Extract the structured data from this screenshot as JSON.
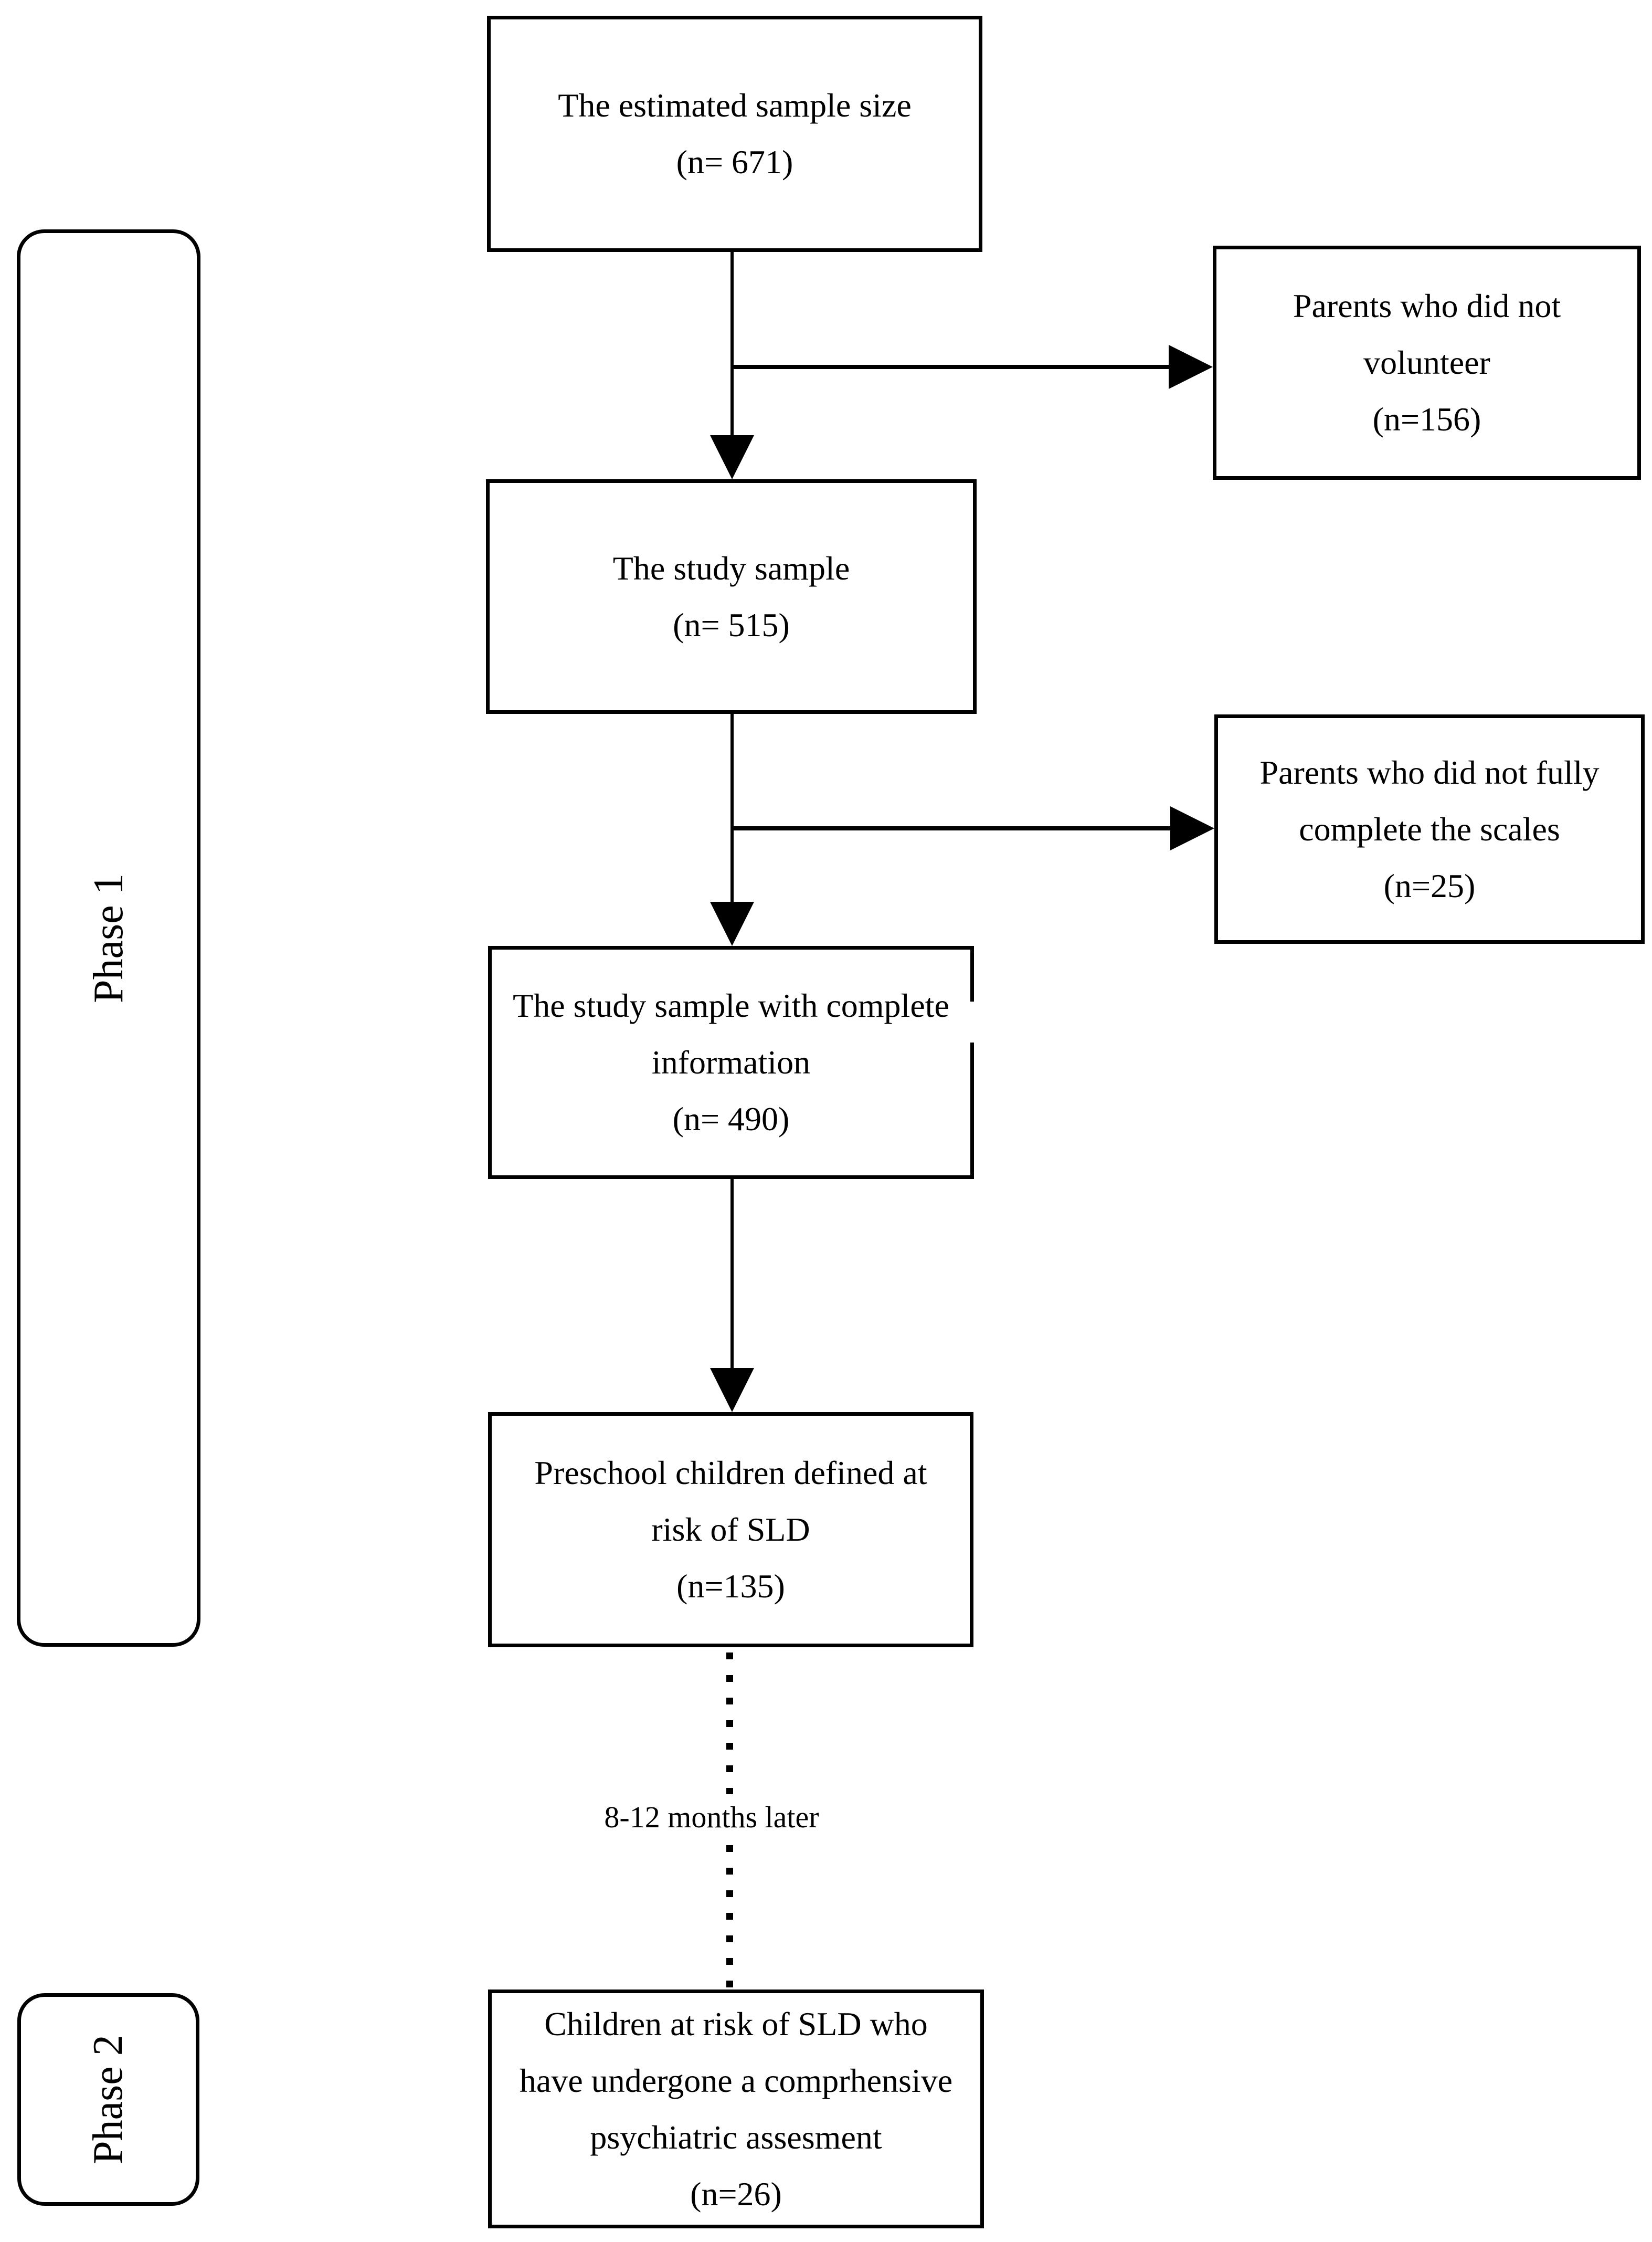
{
  "diagram": {
    "background_color": "#ffffff",
    "line_color": "#000000",
    "phases": [
      {
        "label": "Phase 1"
      },
      {
        "label": "Phase 2"
      }
    ],
    "main_flow": [
      {
        "text": [
          "The estimated sample size",
          "(n= 671)"
        ]
      },
      {
        "text": [
          "The study sample",
          "(n= 515)"
        ]
      },
      {
        "text": [
          "The study sample with complete",
          "information",
          "(n= 490)"
        ]
      },
      {
        "text": [
          "Preschool children defined at",
          "risk of SLD",
          "(n=135)"
        ]
      },
      {
        "text": [
          "Children at risk of SLD who",
          "have undergone a comprhensive",
          "psychiatric assesment",
          "(n=26)"
        ]
      }
    ],
    "exclusions": [
      {
        "text": [
          "Parents who did not",
          "volunteer",
          "(n=156)"
        ]
      },
      {
        "text": [
          "Parents who did not fully",
          "complete the scales",
          "(n=25)"
        ]
      }
    ],
    "connector_label": "8-12 months later"
  }
}
